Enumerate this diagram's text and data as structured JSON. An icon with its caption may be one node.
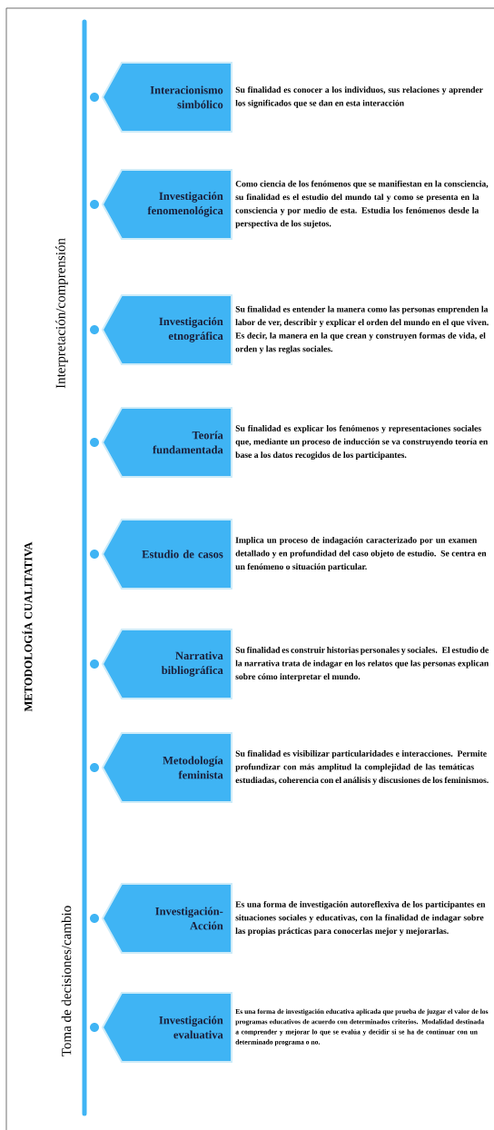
{
  "diagram": {
    "nodes": [
      {
        "text": [
          "Interacionismo simbólico"
        ],
        "beside": [
          "Su finalidad es conocer a los individuos, sus relaciones y aprender los significados que se dan en esta interacción"
        ]
      },
      {
        "text": [
          "Investigación fenomenológica"
        ],
        "beside": [
          "Como ciencia de los fenómenos que se manifiestan en la consciencia, su finalidad es el estudio del mundo tal y como se presenta en la consciencia y por medio de esta. Estudia los fenómenos desde la perspectiva de los sujetos."
        ]
      },
      {
        "text": [
          "Investigación etnográfica"
        ],
        "beside": [
          "Su finalidad es entender la manera como las personas emprenden la labor de ver, describir y explicar el orden del mundo en el que viven. Es decir, la manera en la que crean y construyen formas de vida, el orden y las reglas sociales."
        ]
      },
      {
        "text": [
          "Teoría fundamentada"
        ],
        "beside": [
          "Su finalidad es explicar los fenómenos y representaciones sociales que, mediante un proceso de inducción se va construyendo teoría en base a los datos recogidos de los participantes."
        ]
      },
      {
        "text": [
          "Estudio de casos"
        ],
        "beside": [
          "Implica un proceso de indagación caracterizado por un examen detallado y en profundidad del caso objeto de estudio. Se centra en un fenómeno o situación particular."
        ]
      },
      {
        "text": [
          "Narrativa bibliográfica"
        ],
        "beside": [
          "Su finalidad es construir historias personales y sociales. El estudio de la narrativa trata de indagar en los relatos que las personas explican sobre cómo interpretar el mundo."
        ]
      },
      {
        "text": [
          "Metodología feminista"
        ],
        "beside": [
          "Su finalidad es visibilizar particularidades e interacciones. Permite profundizar con más amplitud la complejidad de las temáticas estudiadas, coherencia con el análisis y discusiones de los feminismos."
        ]
      },
      {
        "text": [
          "Investigación- Acción"
        ],
        "beside": [
          "Es una forma de investigación autoreflexiva de los participantes en situaciones sociales y educativas, con la finalidad de indagar sobre las propias prácticas para conocerlas mejor y mejorarlas."
        ]
      },
      {
        "text": [
          "Investigación evaluativa"
        ],
        "beside": [
          "Es una forma de investigación educativa aplicada que prueba de juzgar el valor de los programas educativos de acuerdo con determinados criterios. Modalidad destinada a comprender y mejorar lo que se evalúa y decidir si se ha de continuar con un determinado programa o no."
        ]
      }
    ],
    "labels": [
      "Interpretación/comprensión",
      "METODOLOGÍA CUALITATIVA",
      "Toma de decisiones/cambio"
    ]
  }
}
